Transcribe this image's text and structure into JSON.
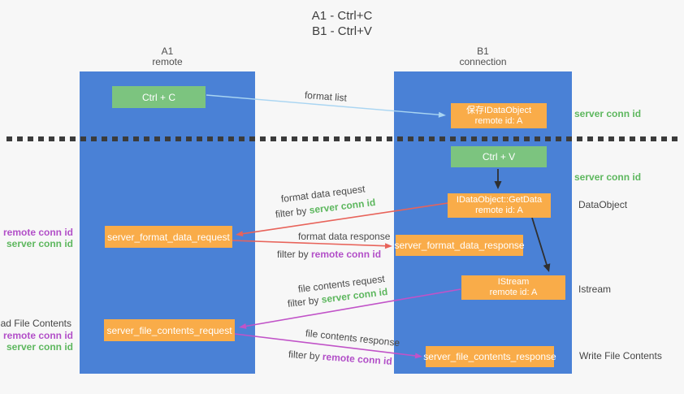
{
  "title": {
    "line1": "A1 - Ctrl+C",
    "line2": "B1 - Ctrl+V"
  },
  "palette": {
    "background": "#f7f7f7",
    "column_blue": "#4a81d6",
    "box_green": "#7cc47f",
    "box_orange": "#f9ac49",
    "arrow_blue": "#a9d5f2",
    "arrow_red": "#e8635a",
    "arrow_magenta": "#c153c8",
    "arrow_black": "#2f2f2f",
    "text_green": "#5db75e",
    "text_purple": "#b24fc8"
  },
  "columns": {
    "left": {
      "id": "A1",
      "name": "remote"
    },
    "right": {
      "id": "B1",
      "name": "connection"
    }
  },
  "nodes": {
    "ctrl_c": "Ctrl + C",
    "save_dataobject": {
      "line1": "保存IDataObject",
      "line2": "remote id: A"
    },
    "ctrl_v": "Ctrl + V",
    "getdata": {
      "line1": "IDataObject::GetData",
      "line2": "remote id: A"
    },
    "format_request": "server_format_data_request",
    "format_response": "server_format_data_response",
    "istream": {
      "line1": "IStream",
      "line2": "remote id: A"
    },
    "file_request": "server_file_contents_request",
    "file_response": "server_file_contents_response"
  },
  "side_labels": {
    "server_conn_top_right": "server conn id",
    "server_conn_mid_right": "server conn id",
    "dataobject": "DataObject",
    "istream": "Istream",
    "write_file": "Write File Contents",
    "remote_conn_left_1": "remote conn id",
    "server_conn_left_1": "server conn id",
    "read_file": "Read File Contents",
    "remote_conn_left_2": "remote conn id",
    "server_conn_left_2": "server conn id"
  },
  "flow_labels": {
    "format_list": "format list",
    "format_data_request": "format data request",
    "filter_by_1": "filter by ",
    "filter_server_1": "server conn id",
    "format_data_response": "format data response",
    "filter_by_2": "filter by ",
    "filter_remote_2": "remote conn id",
    "file_contents_request": "file contents request",
    "filter_by_3": "filter by ",
    "filter_server_3": "server conn id",
    "file_contents_response": "file contents response",
    "filter_by_4": "filter by ",
    "filter_remote_4": "remote conn id"
  }
}
